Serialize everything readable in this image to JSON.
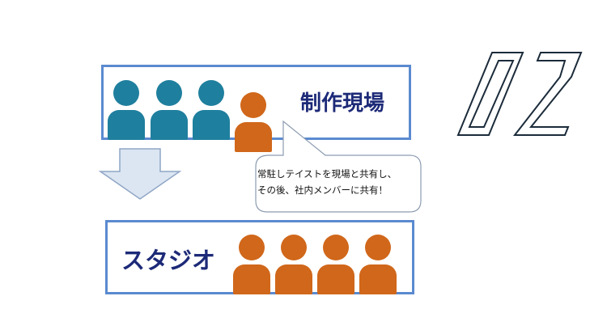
{
  "diagram": {
    "top_group": {
      "label": "制作現場",
      "members": [
        "member",
        "member",
        "member",
        "member"
      ]
    },
    "bottom_group": {
      "label": "スタジオ",
      "members": [
        "member",
        "member",
        "member",
        "member"
      ]
    },
    "speech_bubble": {
      "text": "常駐しテイストを現場と共有し、\nその後、社内メンバーに共有！"
    },
    "step_number": "02",
    "colors": {
      "box_border": "#5b8ad0",
      "label_text": "#1d2a78",
      "person_teal": "#1f7f9e",
      "person_orange": "#d0671a",
      "arrow_fill": "#dce6f2",
      "arrow_stroke": "#8fa6c5",
      "number_stroke": "#1b2b3a"
    }
  }
}
